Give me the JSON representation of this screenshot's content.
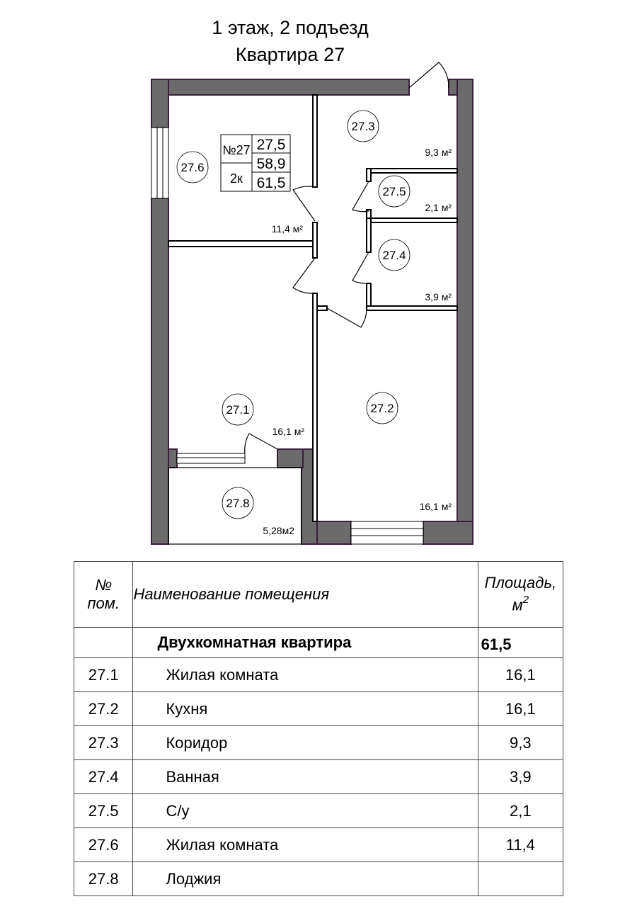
{
  "header": {
    "line1": "1 этаж, 2 подъезд",
    "line2": "Квартира 27"
  },
  "plan": {
    "rooms": [
      {
        "num": "27.1",
        "area": "16,1 м²"
      },
      {
        "num": "27.2",
        "area": "16,1 м²"
      },
      {
        "num": "27.3",
        "area": "9,3 м²"
      },
      {
        "num": "27.4",
        "area": "3,9 м²"
      },
      {
        "num": "27.5",
        "area": "2,1 м²"
      },
      {
        "num": "27.6",
        "area": "11,4 м²"
      },
      {
        "num": "27.8",
        "area": "5,28м2"
      }
    ],
    "badge": {
      "apt": "№27",
      "type": "2к",
      "living": "27,5",
      "total": "58,9",
      "total_with_loggia": "61,5"
    },
    "colors": {
      "wall": "#6b6b6b",
      "wall_outline": "#3a1f3a",
      "line": "#000000"
    }
  },
  "table": {
    "headers": {
      "num": [
        "№",
        "пом."
      ],
      "name": "Наименование помещения",
      "area": [
        "Площадь,",
        "м",
        "2"
      ]
    },
    "total": {
      "num": "",
      "name": "Двухкомнатная квартира",
      "area": "61,5"
    },
    "rows": [
      {
        "num": "27.1",
        "name": "Жилая комната",
        "area": "16,1"
      },
      {
        "num": "27.2",
        "name": "Кухня",
        "area": "16,1"
      },
      {
        "num": "27.3",
        "name": "Коридор",
        "area": "9,3"
      },
      {
        "num": "27.4",
        "name": "Ванная",
        "area": "3,9"
      },
      {
        "num": "27.5",
        "name": "С/у",
        "area": "2,1"
      },
      {
        "num": "27.6",
        "name": "Жилая комната",
        "area": "11,4"
      },
      {
        "num": "27.8",
        "name": "Лоджия",
        "area": ""
      }
    ]
  }
}
